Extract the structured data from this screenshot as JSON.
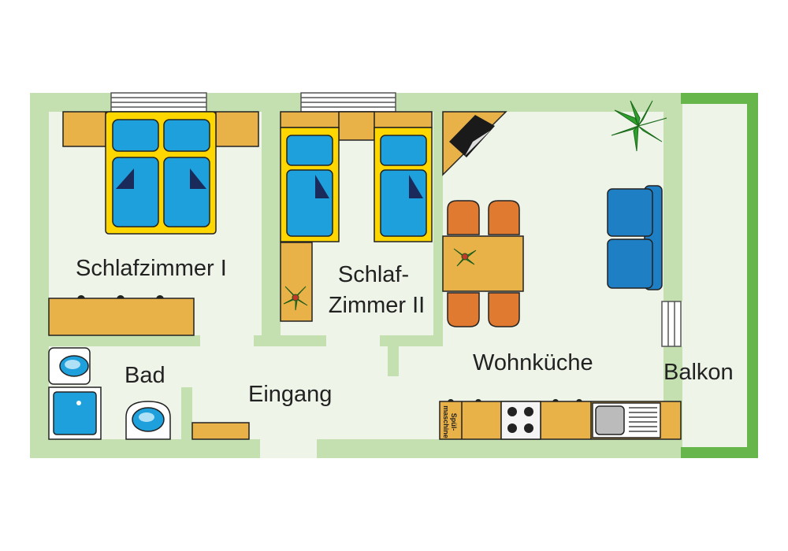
{
  "rooms": {
    "schlafzimmer1": "Schlafzimmer I",
    "schlafzimmer2_line1": "Schlaf-",
    "schlafzimmer2_line2": "Zimmer II",
    "bad": "Bad",
    "eingang": "Eingang",
    "wohnkueche": "Wohnküche",
    "balkon": "Balkon"
  },
  "appliances": {
    "dishwasher_line1": "Spül-",
    "dishwasher_line2": "maschine"
  },
  "colors": {
    "wall": "#c4e0b0",
    "floor": "#eef4e8",
    "balcony_rail": "#66b64c",
    "furniture": "#e8b248",
    "bed_frame": "#ffd700",
    "pillow": "#1ea0dc",
    "chair": "#e07a30",
    "sofa": "#1f7fc4"
  }
}
